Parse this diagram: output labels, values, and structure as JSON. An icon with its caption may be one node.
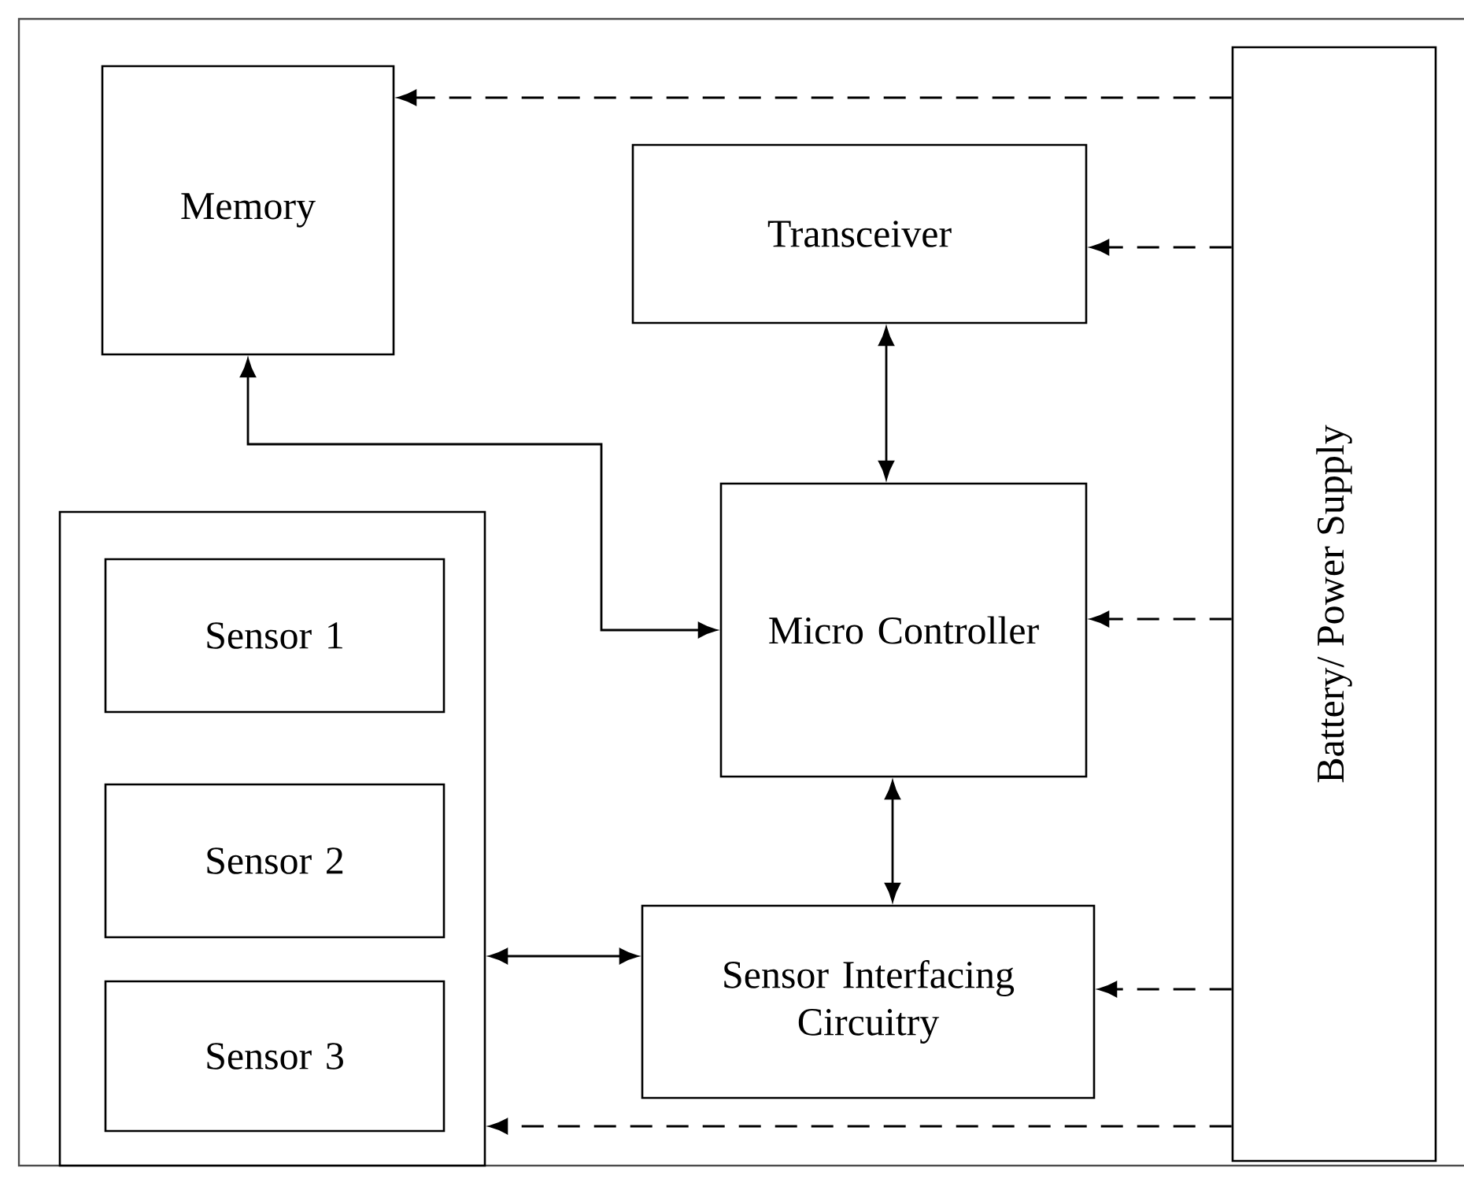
{
  "diagram": {
    "nodes": [
      {
        "text": [
          "Memory"
        ]
      },
      {
        "text": [
          "Transceiver"
        ]
      },
      {
        "text": [
          "Battery/ Power Supply"
        ]
      },
      {
        "text": [
          "Micro Controller"
        ]
      },
      {
        "text": [],
        "shape": "box"
      },
      {
        "text": [
          "Sensor 1"
        ],
        "in": 4
      },
      {
        "text": [
          "Sensor 2"
        ],
        "in": 4
      },
      {
        "text": [
          "Sensor 3"
        ],
        "in": 4
      },
      {
        "text": [
          "Sensor Interfacing Circuitry"
        ]
      }
    ],
    "edges": [
      {
        "from": 2,
        "to": 0,
        "arrow": "to",
        "style": "dashed"
      },
      {
        "from": 2,
        "to": 1,
        "arrow": "to",
        "style": "dashed"
      },
      {
        "from": 2,
        "to": 3,
        "arrow": "to",
        "style": "dashed"
      },
      {
        "from": 2,
        "to": 8,
        "arrow": "to",
        "style": "dashed"
      },
      {
        "from": 2,
        "to": 4,
        "arrow": "to",
        "style": "dashed"
      },
      {
        "from": 0,
        "to": 3,
        "arrow": "both"
      },
      {
        "from": 1,
        "to": 3,
        "arrow": "both"
      },
      {
        "from": 3,
        "to": 8,
        "arrow": "both"
      },
      {
        "from": 4,
        "to": 8,
        "arrow": "both"
      }
    ]
  }
}
